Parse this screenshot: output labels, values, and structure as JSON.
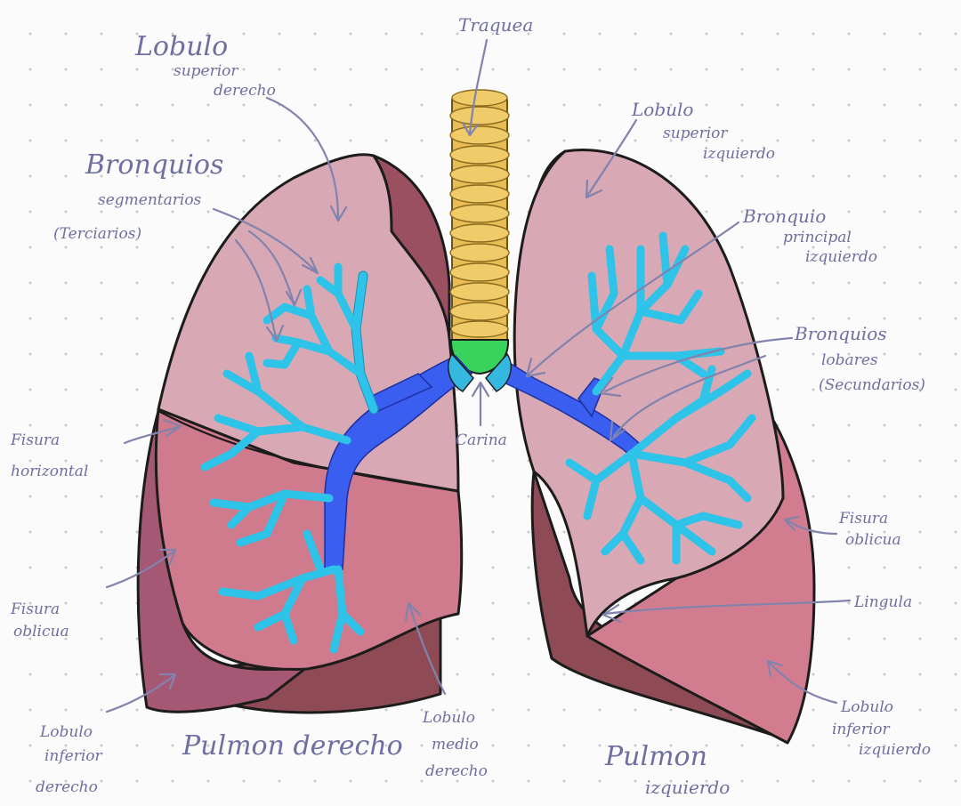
{
  "colors": {
    "upper_lobe": "#d8a8b5",
    "middle_lobe": "#d07b8e",
    "lower_lobe_front": "#cd7488",
    "lower_lobe_back": "#a55874",
    "posterior": "#8e4a55",
    "trachea": "#efcb6a",
    "carina": "#37d35c",
    "main_bronchus": "#3a5ff0",
    "segmental_bronchus": "#2ec3e8",
    "label_ink": "#6e6fa0"
  },
  "labels": {
    "traquea": "Traquea",
    "lobulo_sup_der": [
      "Lobulo",
      "superior",
      "derecho"
    ],
    "bronquios_segmentarios": [
      "Bronquios",
      "segmentarios",
      "(Terciarios)"
    ],
    "lobulo_sup_izq": [
      "Lobulo",
      "superior",
      "izquierdo"
    ],
    "bronquio_principal_izq": [
      "Bronquio",
      "principal",
      "izquierdo"
    ],
    "bronquios_lobares": [
      "Bronquios",
      "lobares",
      "(Secundarios)"
    ],
    "fisura_horizontal": [
      "Fisura",
      "horizontal"
    ],
    "carina": "Carina",
    "fisura_obliqua_der": [
      "Fisura",
      "oblicua"
    ],
    "fisura_obliqua_izq": [
      "Fisura",
      "oblicua"
    ],
    "lingula": "Lingula",
    "lobulo_inf_der": [
      "Lobulo",
      "inferior",
      "derecho"
    ],
    "pulmon_derecho": "Pulmon derecho",
    "lobulo_medio_der": [
      "Lobulo",
      "medio",
      "derecho"
    ],
    "pulmon_izquierdo": [
      "Pulmon",
      "izquierdo"
    ],
    "lobulo_inf_izq": [
      "Lobulo",
      "inferior",
      "izquierdo"
    ]
  }
}
